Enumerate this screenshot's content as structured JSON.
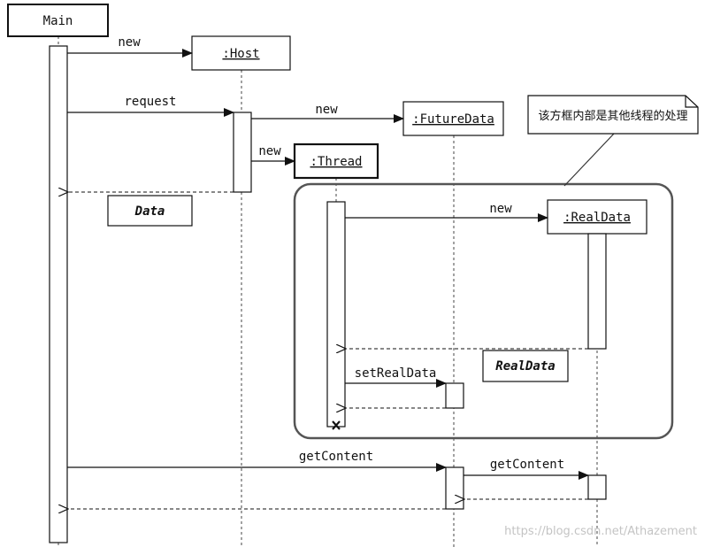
{
  "participants": {
    "main": "Main",
    "host": ":Host",
    "futuredata": ":FutureData",
    "thread": ":Thread",
    "realdata": ":RealData"
  },
  "messages": {
    "new_host": "new",
    "request": "request",
    "new_futuredata": "new",
    "new_thread": "new",
    "new_realdata": "new",
    "set_real_data": "setRealData",
    "get_content_main": "getContent",
    "get_content_future": "getContent"
  },
  "return_labels": {
    "data": "Data",
    "realdata": "RealData"
  },
  "note": "该方框内部是其他线程的处理",
  "watermark": "https://blog.csdn.net/Athazement"
}
